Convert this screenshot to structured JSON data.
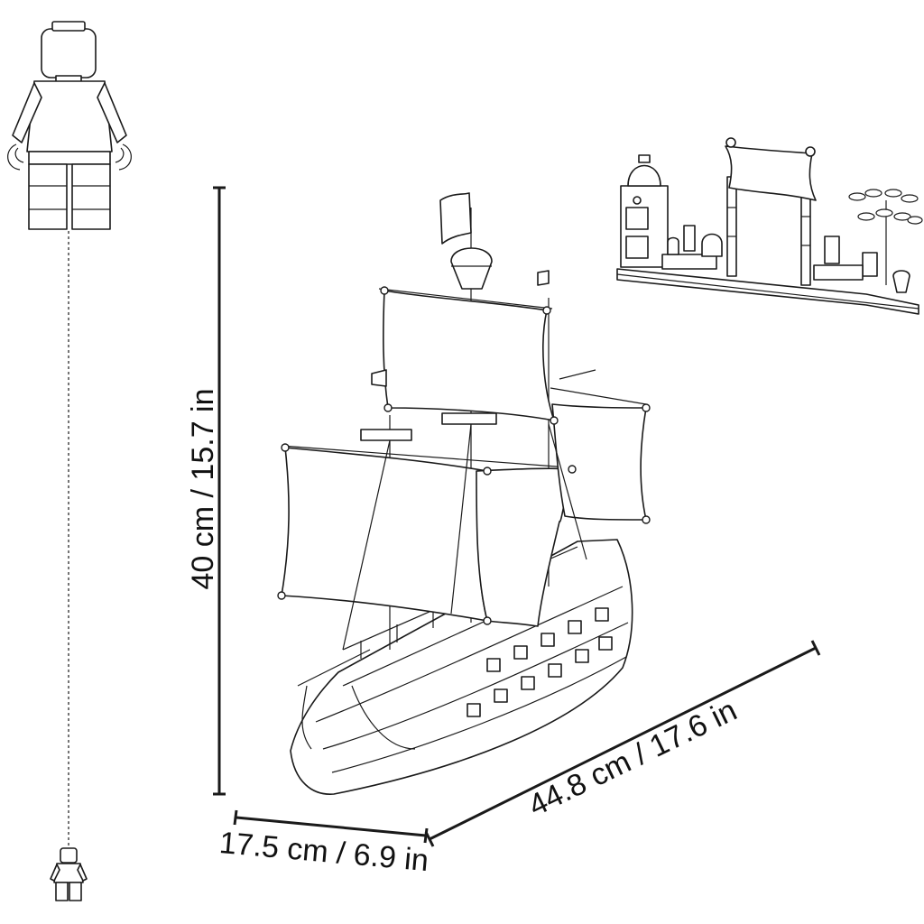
{
  "dimensions": {
    "height": "40 cm / 15.7 in",
    "length": "44.8 cm / 17.6 in",
    "width": "17.5 cm / 6.9 in"
  },
  "icons": {
    "scale_figure": "minifigure-icon",
    "scale_figure_small": "minifigure-small-icon",
    "model": "pirate-ship-model",
    "accessory": "harbor-dock-build"
  },
  "colors": {
    "line": "#1a1a1a",
    "background": "#ffffff"
  }
}
